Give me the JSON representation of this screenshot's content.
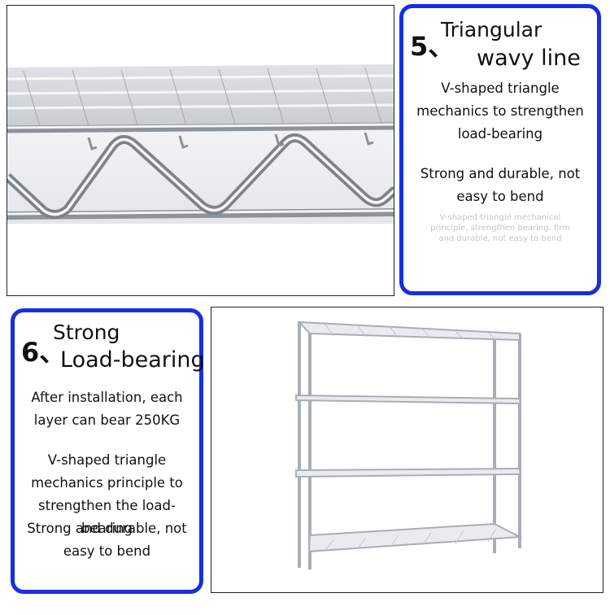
{
  "card5": {
    "number": "5、",
    "title_line1": "Triangular",
    "title_line2": "wavy line",
    "para1": "V-shaped triangle mechanics to strengthen load-bearing",
    "para2": "Strong and durable, not easy to bend",
    "faint_text": "V-shaped triangle mechanical principle, strengthen bearing, firm and durable, not easy to bend"
  },
  "card6": {
    "number": "6、",
    "title_line1": "Strong",
    "title_line2": "Load-bearing",
    "para1": "After installation, each layer can bear 250KG",
    "para2": "V-shaped triangle mechanics principle to strengthen the load-bearing",
    "para3": "Strong and durable, not easy to bend"
  },
  "colors": {
    "card_border": "#1530e0",
    "chrome": "#b8bcc2"
  },
  "icons": [
    "wire-shelf-closeup-photo",
    "wire-shelving-unit-photo"
  ]
}
